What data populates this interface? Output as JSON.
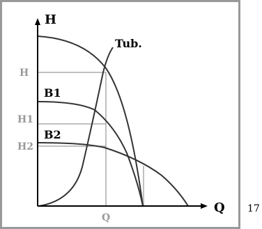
{
  "labels": {
    "axis_y": "H",
    "axis_x": "Q",
    "pipe_curve": "Tub.",
    "pump_curve_1": "B1",
    "pump_curve_2": "B2",
    "tick_h": "H",
    "tick_h1": "H1",
    "tick_h2": "H2",
    "tick_q": "Q",
    "side_text": "17"
  },
  "colors": {
    "frame": "#999999",
    "curve": "#333333",
    "axis": "#000000",
    "guide": "#aaaaaa",
    "tick_label": "#999999"
  }
}
